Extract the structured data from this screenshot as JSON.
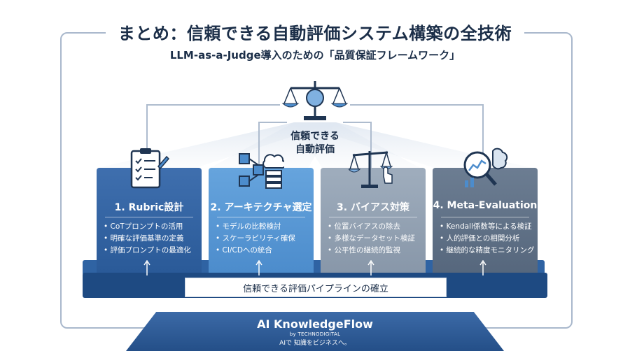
{
  "title": "まとめ：信頼できる自動評価システム構築の全技術",
  "subtitle": "LLM-as-a-Judge導入のための「品質保証フレームワーク」",
  "center": {
    "line1": "信頼できる",
    "line2": "自動評価"
  },
  "pillars": [
    {
      "heading": "1. Rubric設計",
      "items": [
        "CoTプロンプトの活用",
        "明確な評価基準の定義",
        "評価プロンプトの最適化"
      ]
    },
    {
      "heading": "2. アーキテクチャ選定",
      "items": [
        "モデルの比較検討",
        "スケーラビリティ確保",
        "CI/CDへの統合"
      ]
    },
    {
      "heading": "3. バイアス対策",
      "items": [
        "位置バイアスの除去",
        "多様なデータセット検証",
        "公平性の継続的監視"
      ]
    },
    {
      "heading": "4. Meta-Evaluation",
      "items": [
        "Kendall係数等による検証",
        "人的評価との相関分析",
        "継続的な精度モニタリング"
      ]
    }
  ],
  "pipeline_label": "信頼できる評価パイプラインの確立",
  "footer": {
    "brand": "AI KnowledgeFlow",
    "by": "by TECHNODIGITAL",
    "tagline": "AIで 知識をビジネスへ。"
  },
  "icons": [
    "clipboard-checklist-icon",
    "architecture-cloud-icon",
    "balance-scale-icon",
    "magnifier-brain-icon",
    "scale-brain-icon"
  ],
  "colors": {
    "pillar1": "#2f63a3",
    "pillar2": "#5595d4",
    "pillar3": "#95a3b4",
    "pillar4": "#5f7086",
    "base": "#1e4a82"
  }
}
